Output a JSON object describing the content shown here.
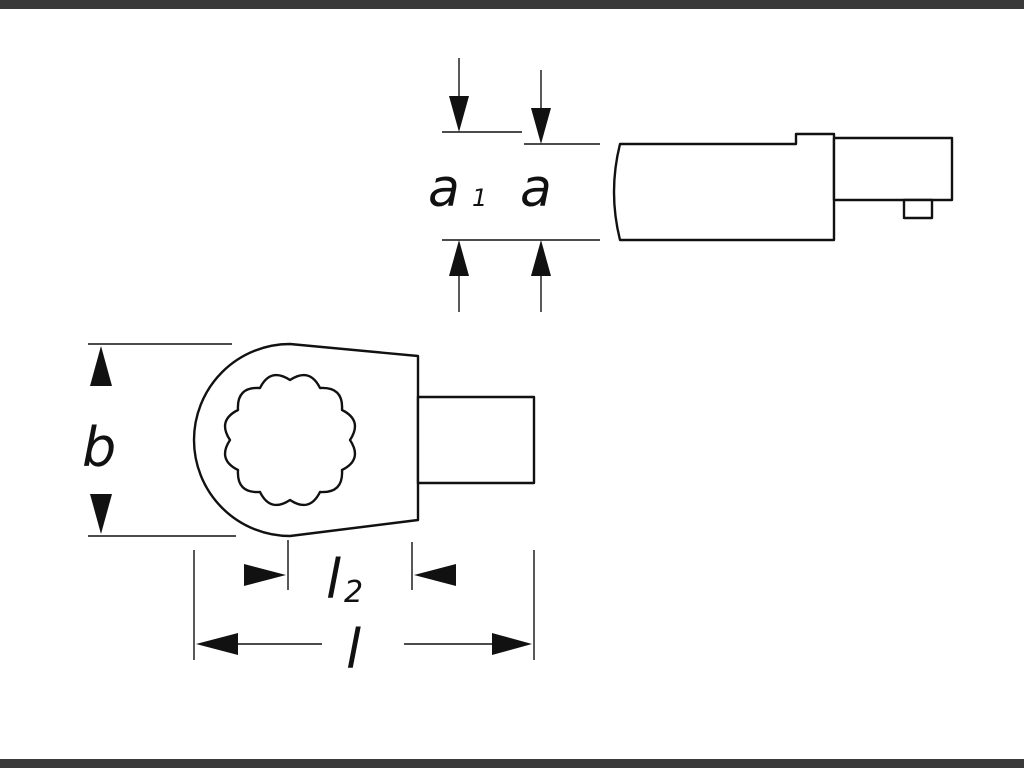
{
  "labels": {
    "a1_main": "a",
    "a1_sub": "1",
    "a": "a",
    "b": "b",
    "l2_main": "l",
    "l2_sub": "2",
    "l": "l"
  },
  "colors": {
    "line": "#111111",
    "band": "#3a3a3a",
    "background": "#ffffff"
  }
}
